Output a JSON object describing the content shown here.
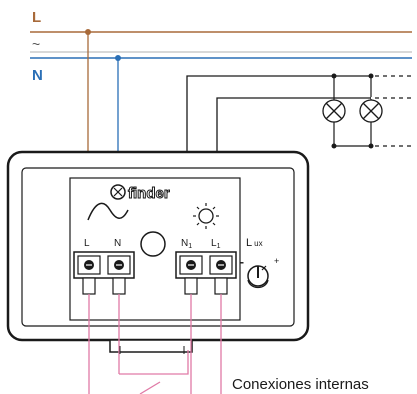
{
  "lines": {
    "L": "L",
    "tilde": "~",
    "N": "N"
  },
  "device": {
    "brand": "finder",
    "terminals": {
      "L": "L",
      "N": "N",
      "N1": "N",
      "N1_sub": "1",
      "L1": "L",
      "L1_sub": "1"
    },
    "lux_label": "L",
    "lux_sub": "ux",
    "minus": "-",
    "plus": "+"
  },
  "caption": "Conexiones internas",
  "colors": {
    "L_line": "#a86a3a",
    "N_line": "#2a6fb6",
    "tilde_line": "#b0b0b0",
    "internal": "#e07aa6",
    "wire": "#1a1a1a"
  },
  "icons": [
    "ac-wave-icon",
    "sun-icon",
    "lamp-icon",
    "finder-logo-icon",
    "lux-knob-icon"
  ]
}
